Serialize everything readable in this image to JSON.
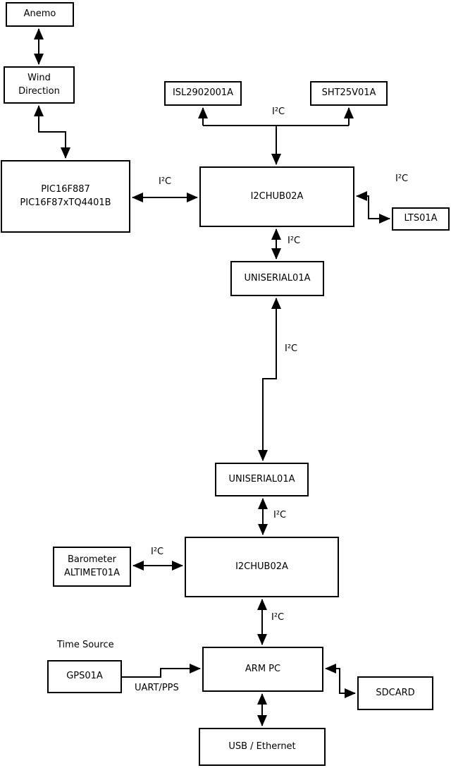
{
  "diagram": {
    "nodes": {
      "anemo": {
        "label": "Anemo"
      },
      "wind": {
        "line1": "Wind",
        "line2": "Direction"
      },
      "pic": {
        "line1": "PIC16F887",
        "line2": "PIC16F87xTQ4401B"
      },
      "isl": {
        "label": "ISL2902001A"
      },
      "sht": {
        "label": "SHT25V01A"
      },
      "hub1": {
        "label": "I2CHUB02A"
      },
      "lts": {
        "label": "LTS01A"
      },
      "uniserial1": {
        "label": "UNISERIAL01A"
      },
      "uniserial2": {
        "label": "UNISERIAL01A"
      },
      "hub2": {
        "label": "I2CHUB02A"
      },
      "barometer": {
        "line1": "Barometer",
        "line2": "ALTIMET01A"
      },
      "gps": {
        "label": "GPS01A"
      },
      "arm_pc": {
        "label": "ARM PC"
      },
      "sdcard": {
        "label": "SDCARD"
      },
      "usb_ethernet": {
        "label": "USB / Ethernet"
      }
    },
    "edge_labels": {
      "i2c": "I²C",
      "uart_pps": "UART/PPS",
      "time_source": "Time Source"
    },
    "colors": {
      "line": "#000000",
      "box_fill": "#ffffff",
      "background": "#ffffff"
    }
  }
}
